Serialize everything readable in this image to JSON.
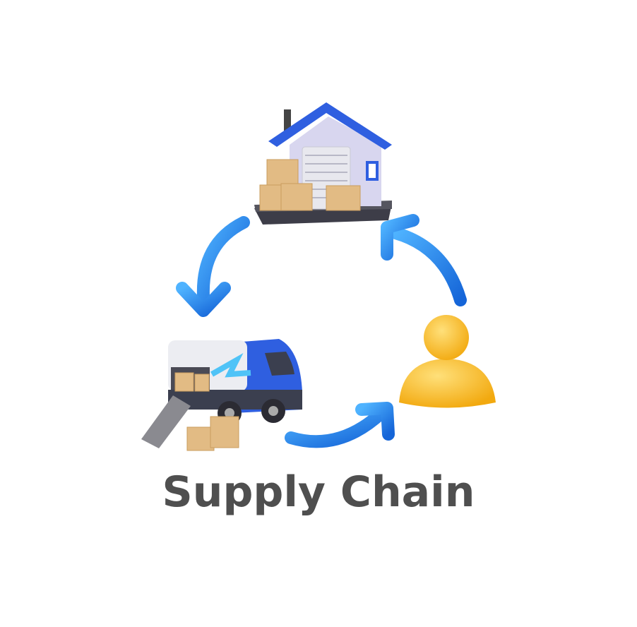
{
  "title": "Supply Chain",
  "nodes": [
    {
      "name": "warehouse",
      "icon": "warehouse-icon"
    },
    {
      "name": "delivery-truck",
      "icon": "truck-icon"
    },
    {
      "name": "customer",
      "icon": "person-icon"
    }
  ],
  "colors": {
    "arrow": "#1e88e5",
    "roof": "#2f5fe0",
    "box": "#e2bb84",
    "person": "#f7b81f",
    "text": "#4f4f4f"
  }
}
